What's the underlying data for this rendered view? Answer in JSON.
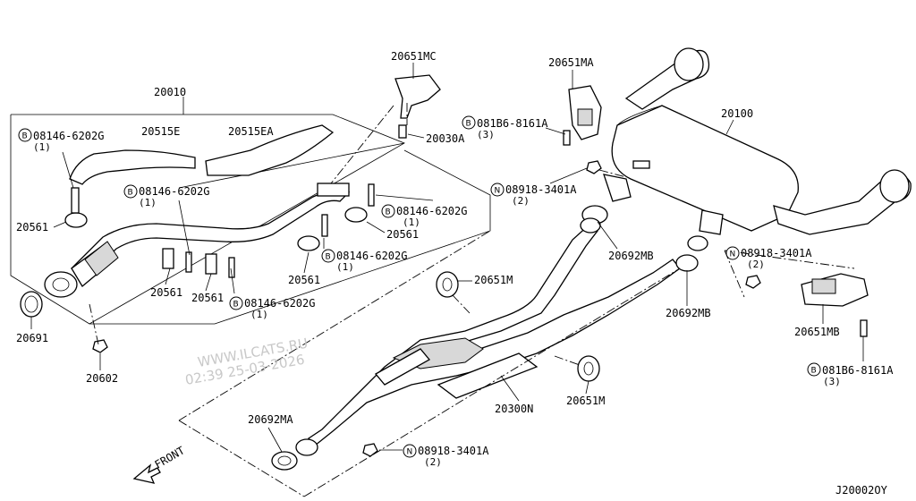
{
  "diagram_id": "J20002OY",
  "front_label": "FRONT",
  "watermark": {
    "line1": "WWW.ILCATS.RU",
    "line2": "02:39 25-03-2026"
  },
  "callouts": {
    "p20010": "20010",
    "p20515E": "20515E",
    "p20515EA": "20515EA",
    "b1_code": "08146-6202G",
    "b1_qty": "(1)",
    "b1_prefix": "B",
    "b2_code": "08146-6202G",
    "b2_qty": "(1)",
    "b2_prefix": "B",
    "b3_code": "08146-6202G",
    "b3_qty": "(1)",
    "b3_prefix": "B",
    "b4_code": "08146-6202G",
    "b4_qty": "(1)",
    "b4_prefix": "B",
    "b5_code": "08146-6202G",
    "b5_qty": "(1)",
    "b5_prefix": "B",
    "p20561a": "20561",
    "p20561b": "20561",
    "p20561c": "20561",
    "p20561d": "20561",
    "p20561e": "20561",
    "p20691": "20691",
    "p20602": "20602",
    "p20651MC": "20651MC",
    "p20030A": "20030A",
    "p20651MA": "20651MA",
    "b6_code": "081B6-8161A",
    "b6_qty": "(3)",
    "b6_prefix": "B",
    "p20100": "20100",
    "n1_code": "08918-3401A",
    "n1_qty": "(2)",
    "n1_prefix": "N",
    "p20692MBa": "20692MB",
    "n2_code": "08918-3401A",
    "n2_qty": "(2)",
    "n2_prefix": "N",
    "p20651M_a": "20651M",
    "p20692MBb": "20692MB",
    "p20651MB": "20651MB",
    "b7_code": "081B6-8161A",
    "b7_qty": "(3)",
    "b7_prefix": "B",
    "p20300N": "20300N",
    "p20651M_b": "20651M",
    "p20692MA": "20692MA",
    "n3_code": "08918-3401A",
    "n3_qty": "(2)",
    "n3_prefix": "N"
  }
}
